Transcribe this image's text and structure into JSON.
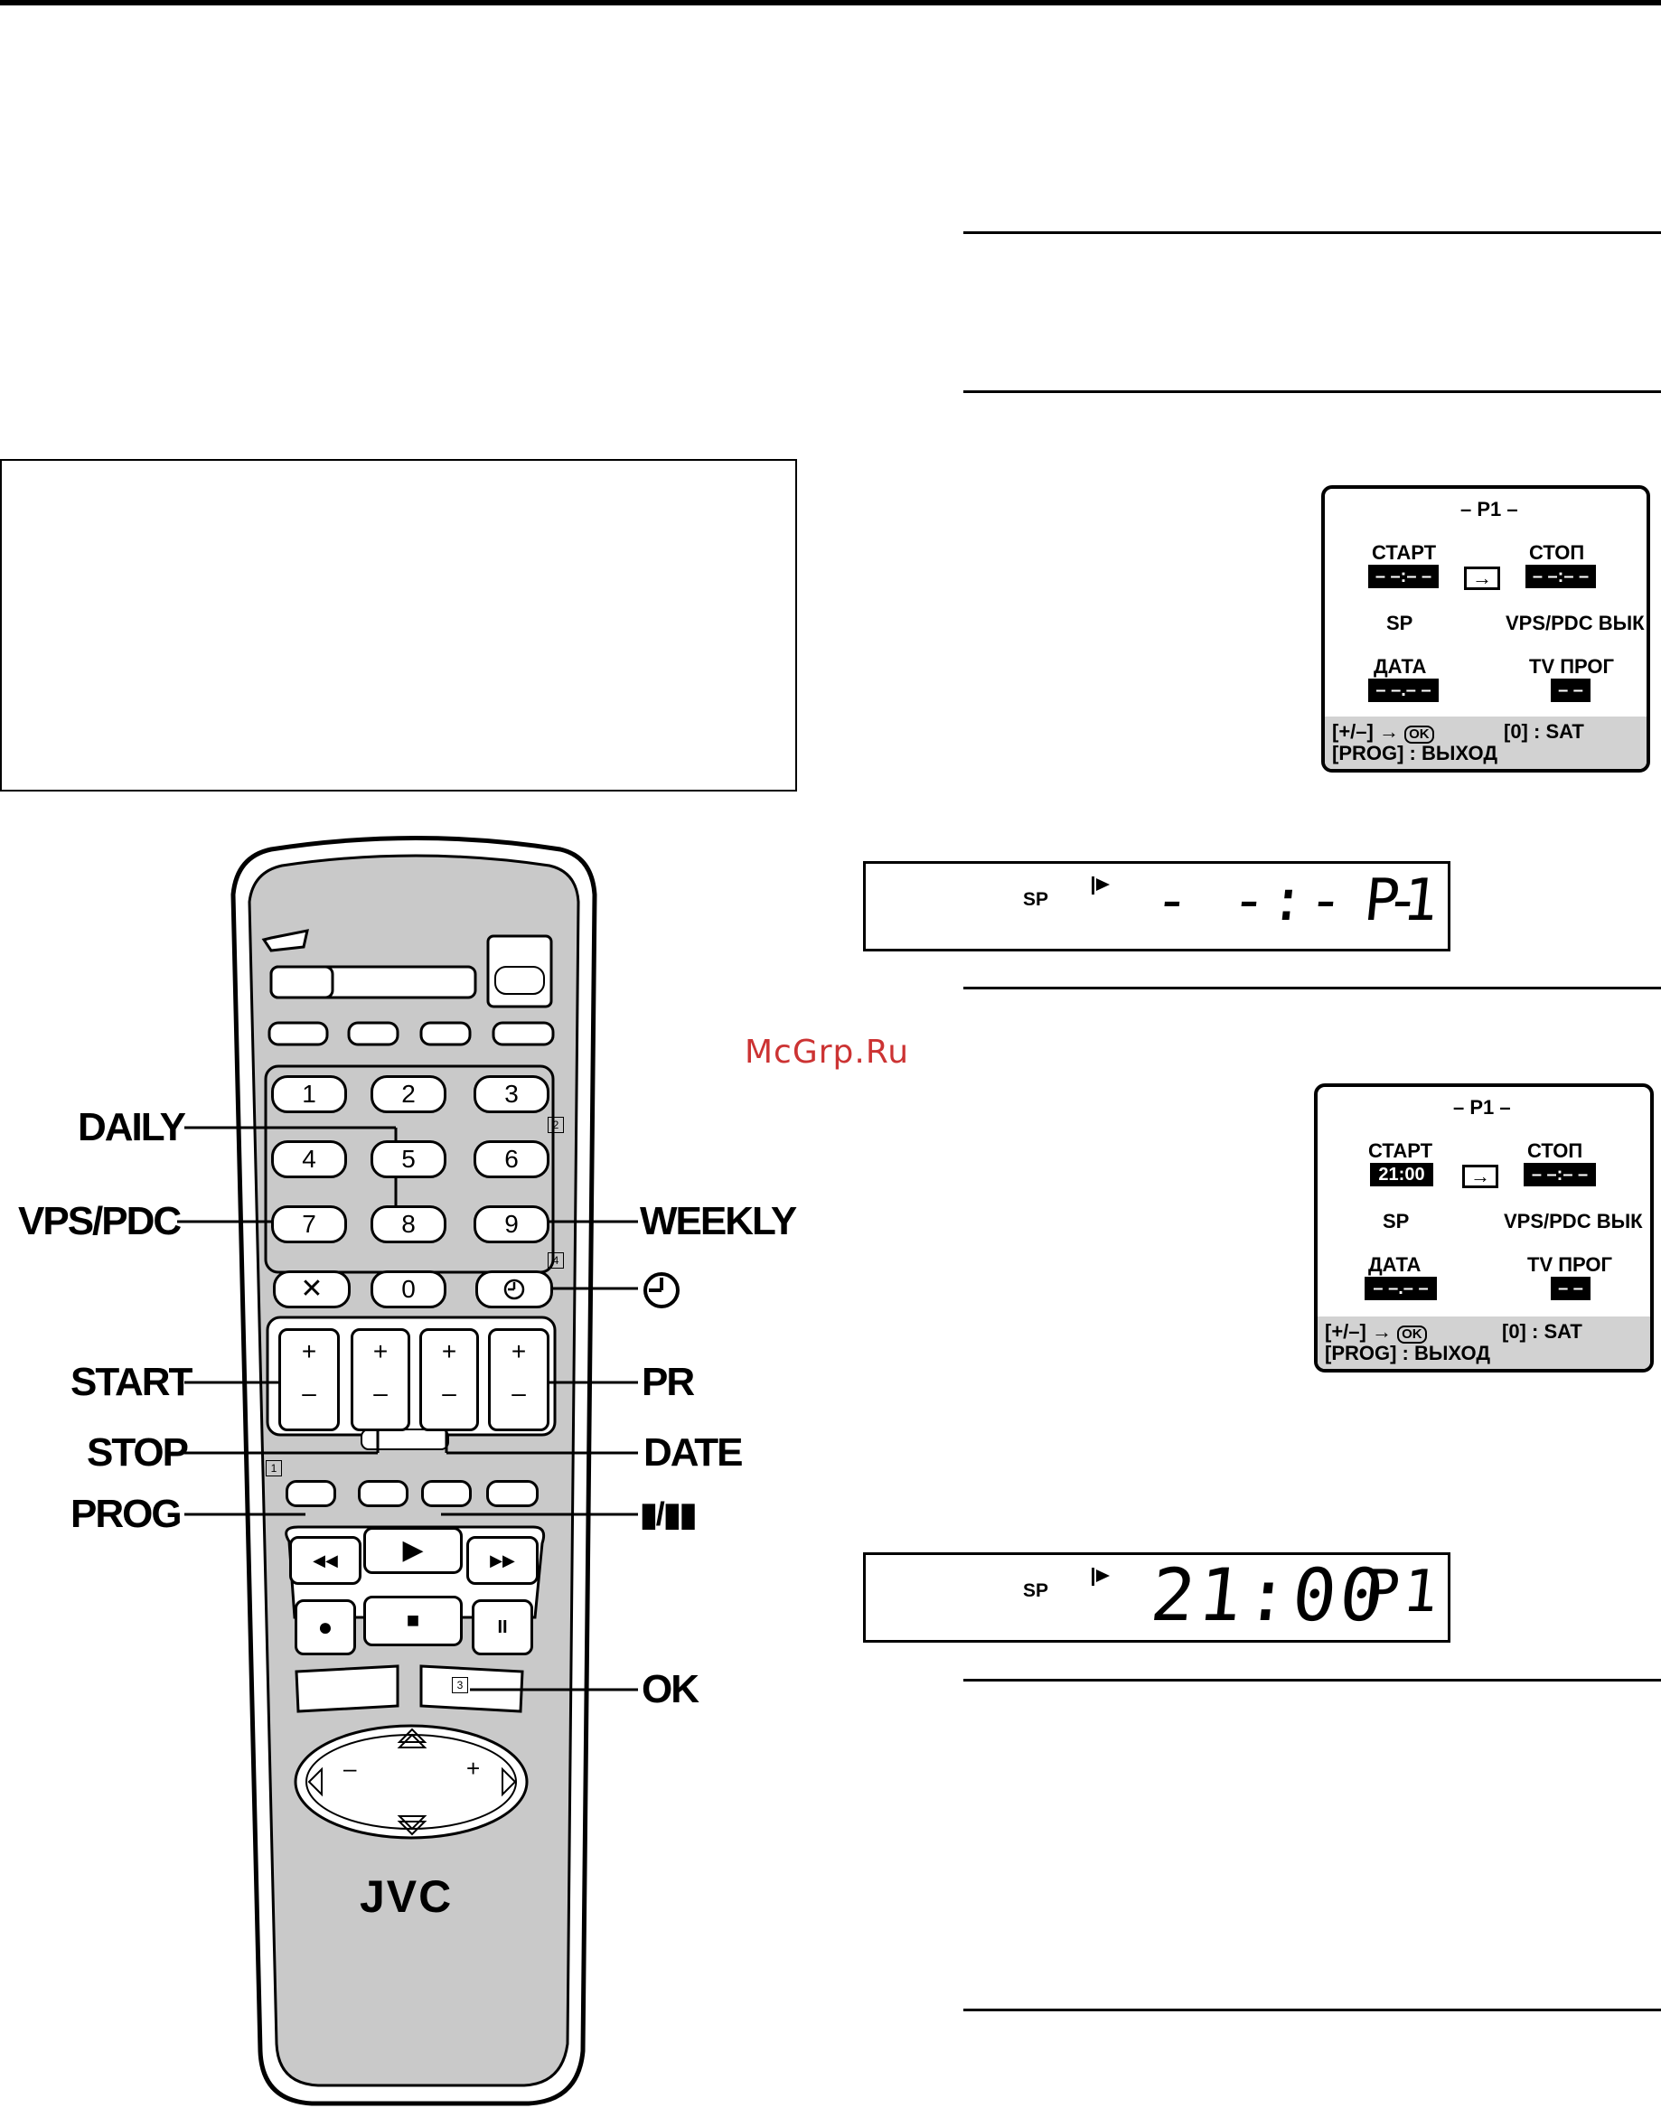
{
  "osd_screen_1": {
    "program": "– P1 –",
    "start_label": "СТАРТ",
    "start_value": "– –:– –",
    "stop_label": "СТОП",
    "stop_value": "– –:– –",
    "arrow": "→",
    "speed": "SP",
    "vps_pdc": "VPS/PDC ВЫК",
    "date_label": "ДАТА",
    "date_value": "– –.– –",
    "tv_prog_label": "TV ПРОГ",
    "tv_prog_value": "– –",
    "help_line1_a": "[+/–]",
    "help_line1_arrow": "→",
    "help_line1_ok": "OK",
    "help_line1_b": "[0] : SAT",
    "help_line2": "[PROG] : ВЫХОД"
  },
  "lcd_1": {
    "speed": "SP",
    "timer_icon": "timer-arrow-icon",
    "digits": "- -:- -",
    "program": "P1"
  },
  "watermark": "McGrp.Ru",
  "osd_screen_2": {
    "program": "– P1 –",
    "start_label": "СТАРТ",
    "start_value": "21:00",
    "stop_label": "СТОП",
    "stop_value": "– –:– –",
    "arrow": "→",
    "speed": "SP",
    "vps_pdc": "VPS/PDC ВЫК",
    "date_label": "ДАТА",
    "date_value": "– –.– –",
    "tv_prog_label": "TV ПРОГ",
    "tv_prog_value": "– –",
    "help_line1_a": "[+/–]",
    "help_line1_arrow": "→",
    "help_line1_ok": "OK",
    "help_line1_b": "[0] : SAT",
    "help_line2": "[PROG] : ВЫХОД"
  },
  "lcd_2": {
    "speed": "SP",
    "timer_icon": "timer-arrow-icon",
    "digits": "21:00",
    "program": "P1"
  },
  "remote": {
    "brand": "JVC",
    "numbers": [
      "1",
      "2",
      "3",
      "4",
      "5",
      "6",
      "7",
      "8",
      "9",
      "0"
    ],
    "cancel_symbol": "✕",
    "play_symbol": "▶",
    "stop_symbol": "■",
    "pause_symbol": "II",
    "record_symbol": "●",
    "plus": "+",
    "minus": "–",
    "markers": [
      "1",
      "2",
      "3",
      "4"
    ],
    "callouts": {
      "daily": "DAILY",
      "vps_pdc": "VPS/PDC",
      "weekly": "WEEKLY",
      "start": "START",
      "pr": "PR",
      "stop": "STOP",
      "date": "DATE",
      "prog": "PROG",
      "speed": "▮/▮▮",
      "ok": "OK",
      "timer_icon": "clock-icon"
    }
  }
}
